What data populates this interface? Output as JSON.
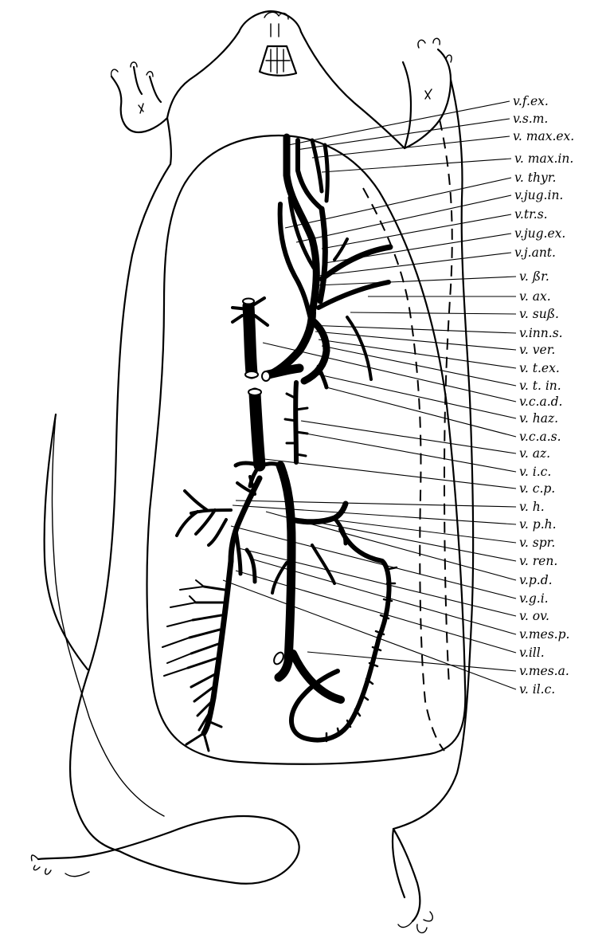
{
  "labels": [
    "v.f.ex.",
    "v.s.m.",
    "v. max.ex.",
    "v. max.in.",
    "v. thyr.",
    "v.jug.in.",
    "v.tr.s.",
    "v.jug.ex.",
    "v.j.ant.",
    "v. ßr.",
    "v. ax.",
    "v. suß.",
    "v.inn.s.",
    "v. ver.",
    "v. t.ex.",
    "v. t. in.",
    "v.c.a.d.",
    "v. haz.",
    "v.c.a.s.",
    "v. az.",
    "v. i.c.",
    "v. c.p.",
    "v. h.",
    "v. p.h.",
    "v. spr.",
    "v. ren.",
    "v.p.d.",
    "v.g.i.",
    "v. ov.",
    "v.mes.p.",
    "v.ill.",
    "v.mes.a.",
    "v. il.c."
  ]
}
